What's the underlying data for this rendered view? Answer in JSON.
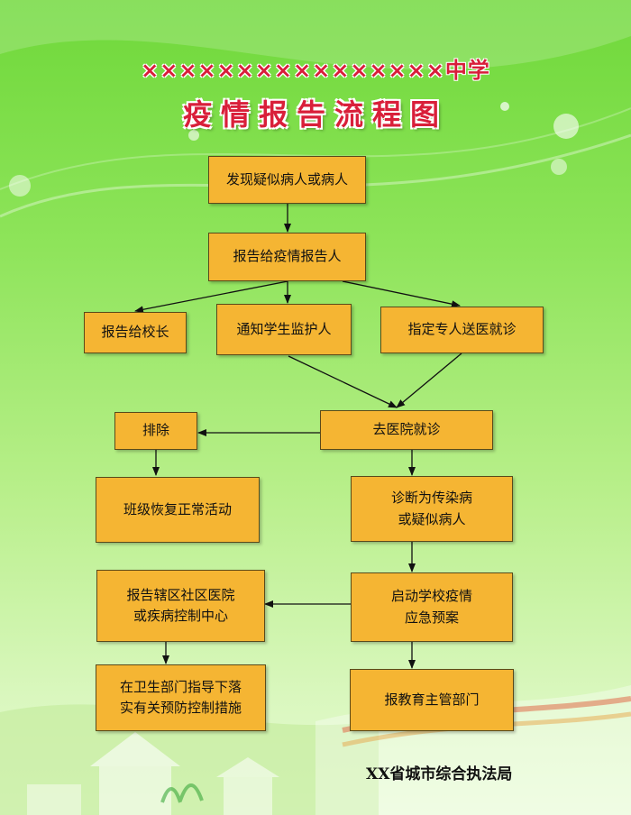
{
  "header": {
    "school": "××××××××××××××××中学",
    "title": "疫情报告流程图"
  },
  "boxes": {
    "discover": "发现疑似病人或病人",
    "report_to_reporter": "报告给疫情报告人",
    "report_principal": "报告给校长",
    "notify_guardian": "通知学生监护人",
    "assign_escort": "指定专人送医就诊",
    "go_hospital": "去医院就诊",
    "exclude": "排除",
    "resume_class": "班级恢复正常活动",
    "diagnosed_line1": "诊断为传染病",
    "diagnosed_line2": "或疑似病人",
    "report_district_line1": "报告辖区社区医院",
    "report_district_line2": "或疾病控制中心",
    "start_plan_line1": "启动学校疫情",
    "start_plan_line2": "应急预案",
    "health_dept_line1": "在卫生部门指导下落",
    "health_dept_line2": "实有关预防控制措施",
    "report_edu": "报教育主管部门"
  },
  "footer": "XX省城市综合执法局"
}
